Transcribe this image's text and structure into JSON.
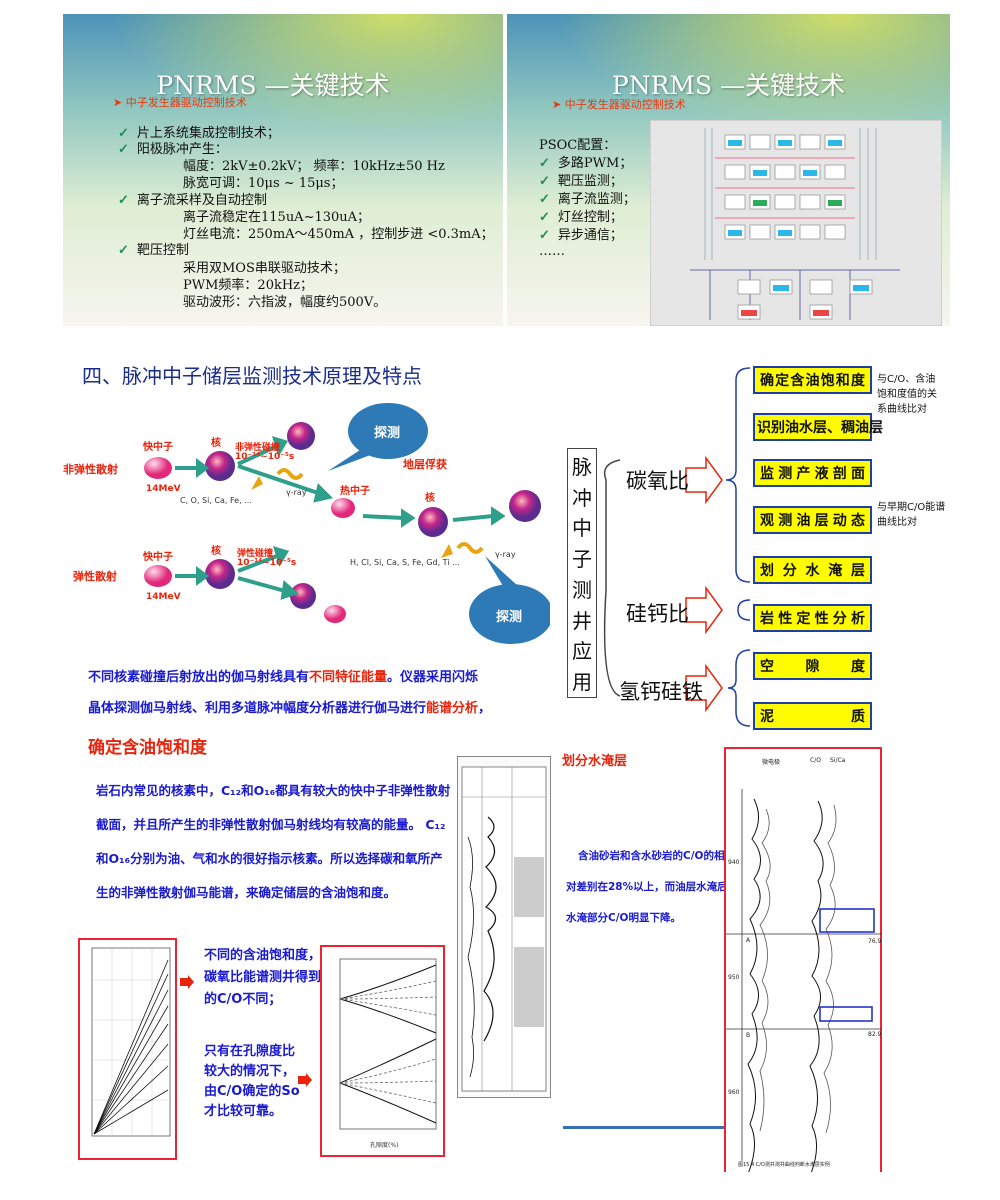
{
  "slide_left": {
    "title": "PNRMS  —关键技术",
    "subtitle": "中子发生器驱动控制技术",
    "lines": [
      "片上系统集成控制技术；",
      "阳极脉冲产生：",
      "幅度：2kV±0.2kV；   频率：10kHz±50 Hz",
      "脉宽可调：10μs ~ 15μs；",
      "离子流采样及自动控制",
      "离子流稳定在115uA~130uA；",
      "灯丝电流：250mA～450mA ，控制步进 <0.3mA；",
      "靶压控制",
      "采用双MOS串联驱动技术；",
      "PWM频率：20kHz；",
      "驱动波形：六指波，幅度约500V。"
    ]
  },
  "slide_right": {
    "title": "PNRMS  —关键技术",
    "subtitle": "中子发生器驱动控制技术",
    "psoc_label": "PSOC配置：",
    "items": [
      "多路PWM；",
      "靶压监测；",
      "离子流监测；",
      "灯丝控制；",
      "异步通信；"
    ],
    "ellipsis": "……"
  },
  "section_title": "四、脉冲中子储层监测技术原理及特点",
  "diagram": {
    "inelastic": "非弹性散射",
    "elastic": "弹性散射",
    "fast_neutron_1": "快中子",
    "fast_neutron_2": "快中子",
    "energy_1": "14MeV",
    "energy_2": "14MeV",
    "nucleus_1": "核",
    "nucleus_2": "核",
    "nucleus_3": "核",
    "inelastic_collision": "非弹性碰撞",
    "inelastic_time": "10⁻¹⁴~10⁻⁵s",
    "elastic_collision": "弹性碰撞",
    "elastic_time": "10⁻¹⁴~10⁻⁵s",
    "thermal_neutron": "热中子",
    "capture": "地层俘获",
    "elements_1": "C, O, Si, Ca, Fe, ...",
    "elements_2": "H, Cl, Si, Ca, S, Fe, Gd, Ti ...",
    "gamma_1": "γ-ray",
    "gamma_2": "γ-ray",
    "detect_1": "探测",
    "detect_2": "探测"
  },
  "app_tree": {
    "root": [
      "脉",
      "冲",
      "中",
      "子",
      "测",
      "井",
      "应",
      "用"
    ],
    "co_ratio": "碳氧比",
    "sica_ratio": "硅钙比",
    "hcsf": "氢钙硅铁",
    "boxes": [
      [
        "确",
        "定",
        "含",
        "油",
        "饱",
        "和",
        "度"
      ],
      [
        "识",
        "别",
        "油",
        "水",
        "层",
        "、",
        "稠",
        "油",
        "层"
      ],
      [
        "监",
        "测",
        "产",
        "液",
        "剖",
        "面"
      ],
      [
        "观",
        "测",
        "油",
        "层",
        "动",
        "态"
      ],
      [
        "划",
        "分",
        "水",
        "淹",
        "层"
      ],
      [
        "岩",
        "性",
        "定",
        "性",
        "分",
        "析"
      ],
      [
        "空",
        "隙",
        "度"
      ],
      [
        "泥",
        "质"
      ]
    ],
    "note_1": [
      "与C/O、含油",
      "饱和度值的关",
      "系曲线比对"
    ],
    "note_2": [
      "与早期C/O能谱",
      "曲线比对"
    ]
  },
  "intro": {
    "line1_a": "不同核素碰撞后射放出的伽马射线具有",
    "line1_b": "不同特征能量",
    "line1_c": "。仪器采用闪烁",
    "line2_a": "晶体探测伽马射线、利用多道脉冲幅度分析器进行伽马进行",
    "line2_b": "能谱分析",
    "line2_c": "，"
  },
  "saturation": {
    "title": "确定含油饱和度",
    "para": [
      "岩石内常见的核素中，C₁₂和O₁₆都具有较大的快中子非弹性散射",
      "截面，并且所产生的非弹性散射伽马射线均有较高的能量。 C₁₂",
      "和O₁₆分别为油、气和水的很好指示核素。所以选择碳和氧所产",
      "生的非弹性散射伽马能谱，来确定储层的含油饱和度。"
    ],
    "caption1": [
      "不同的含油饱和度，",
      "碳氧比能谱测井得到",
      "的C/O不同；"
    ],
    "caption2": [
      "只有在孔隙度比",
      "较大的情况下，",
      "由C/O确定的So",
      "才比较可靠。"
    ],
    "chart_x_label": "孔隙度(%)"
  },
  "flood": {
    "title": "划分水淹层",
    "para": [
      "含油砂岩和含水砂岩的C/O的相",
      "对差别在28%以上，而油层水淹后，",
      "水淹部分C/O明显下降。"
    ],
    "log_header_1": "微电极",
    "log_header_2": "C/O",
    "log_header_3": "Si/Ca",
    "depth_1": "940",
    "depth_2": "950",
    "depth_3": "960",
    "marker_a": "A",
    "marker_b": "B",
    "val_1": "76.9",
    "val_2": "82.9",
    "caption": "图15.4  C/O测井测井曲线判断水淹层实例"
  }
}
